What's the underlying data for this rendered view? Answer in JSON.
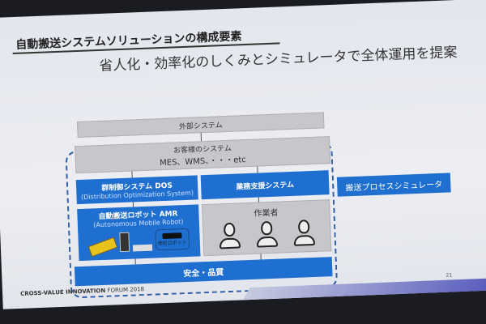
{
  "slide": {
    "title": "自動搬送システムソリューションの構成要素",
    "subtitle": "省人化・効率化のしくみとシミュレータで全体運用を提案",
    "external_system": "外部システム",
    "customer_system": {
      "line1": "お客様のシステム",
      "line2": "MES、WMS、・・・etc"
    },
    "dos": {
      "line1": "群制御システム DOS",
      "line2": "(Distribution Optimization System)"
    },
    "business_support": "業務支援システム",
    "amr": {
      "line1": "自動搬送ロボット AMR",
      "line2": "(Autonomous Mobile Robot)",
      "other_robot": "他社ロボット"
    },
    "workers": "作業者",
    "safety": "安全・品質",
    "simulator": "搬送プロセスシミュレータ",
    "footer_bold": "CROSS-VALUE INNOVATION",
    "footer_rest": "FORUM 2018",
    "page_number": "21"
  },
  "colors": {
    "accent_blue": "#1f6fd1",
    "gray_box": "#c7c7cb",
    "dashed_border": "#2f5fa8"
  }
}
